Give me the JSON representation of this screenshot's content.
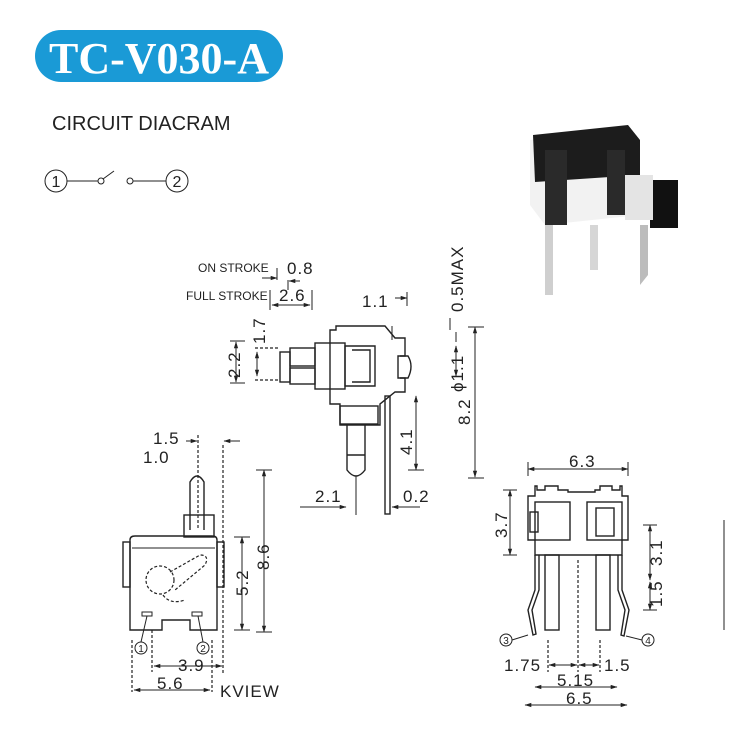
{
  "header": {
    "model": "TC-V030-A",
    "badge_color": "#1a9ad6"
  },
  "circuit": {
    "title": "CIRCUIT DIACRAM",
    "pin1": "1",
    "pin2": "2"
  },
  "side_view": {
    "on_stroke_label": "ON STROKE",
    "on_stroke_value": "0.8",
    "full_stroke_label": "FULL STROKE",
    "full_stroke_value": "2.6",
    "dim_1_1": "1.1",
    "dim_0_5max": "0.5MAX",
    "dim_phi_1_1": "ϕ1.1",
    "dim_8_2": "8.2",
    "dim_4_1": "4.1",
    "dim_2_2": "2.2",
    "dim_1_7": "1.7",
    "dim_2_1": "2.1",
    "dim_0_2": "0.2"
  },
  "front_view": {
    "dim_1_5": "1.5",
    "dim_1_0": "1.0",
    "dim_8_6": "8.6",
    "dim_5_2": "5.2",
    "dim_3_9": "3.9",
    "dim_5_6": "5.6",
    "view_label": "KVIEW",
    "pin1": "1",
    "pin2": "2"
  },
  "bottom_view": {
    "dim_6_3": "6.3",
    "dim_3_7": "3.7",
    "dim_3_1": "3.1",
    "dim_1_5_v": "1.5",
    "dim_1_75": "1.75",
    "dim_1_5_h": "1.5",
    "dim_5_15": "5.15",
    "dim_6_5": "6.5",
    "pin3": "3",
    "pin4": "4"
  }
}
